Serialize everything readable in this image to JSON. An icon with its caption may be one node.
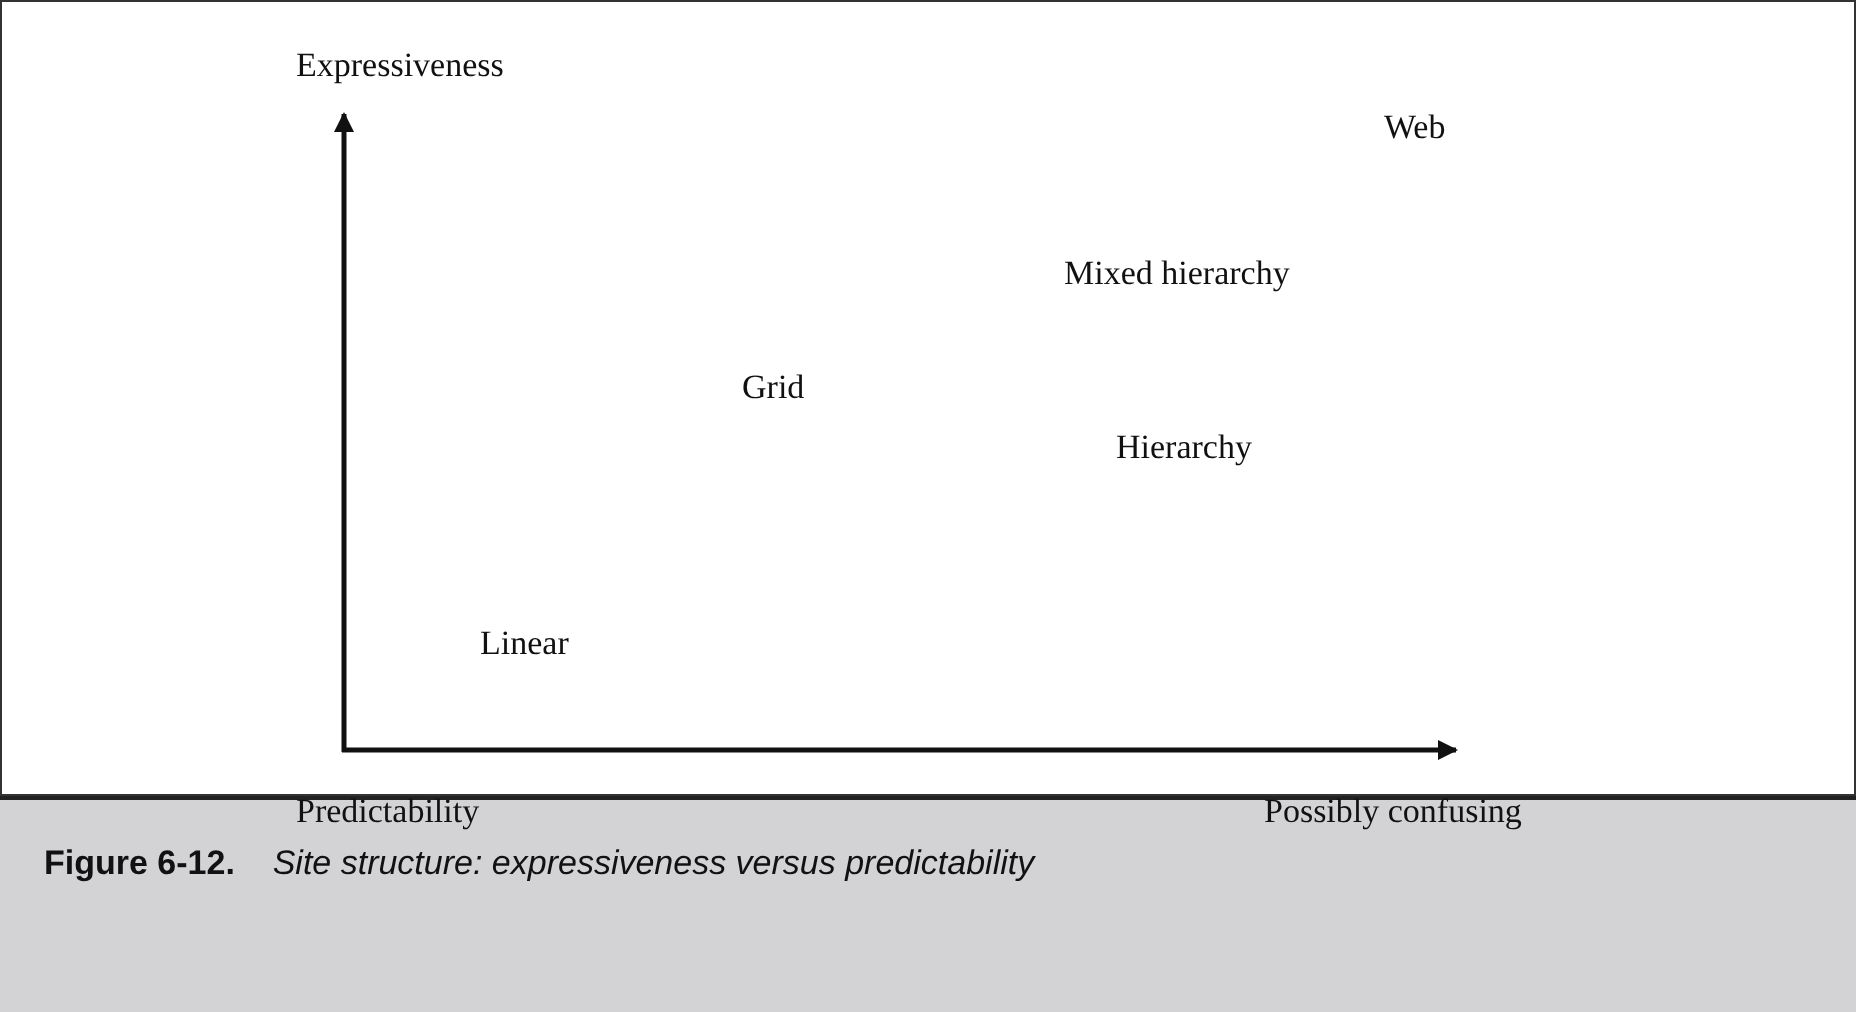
{
  "diagram": {
    "caption": "**Figure 6-12.**    *Site structure: expressiveness versus predictability*",
    "labels": [
      "Expressiveness",
      "Web",
      "Mixed hierarchy",
      "Grid",
      "Hierarchy",
      "Linear",
      "Predictability",
      "Possibly confusing"
    ]
  }
}
